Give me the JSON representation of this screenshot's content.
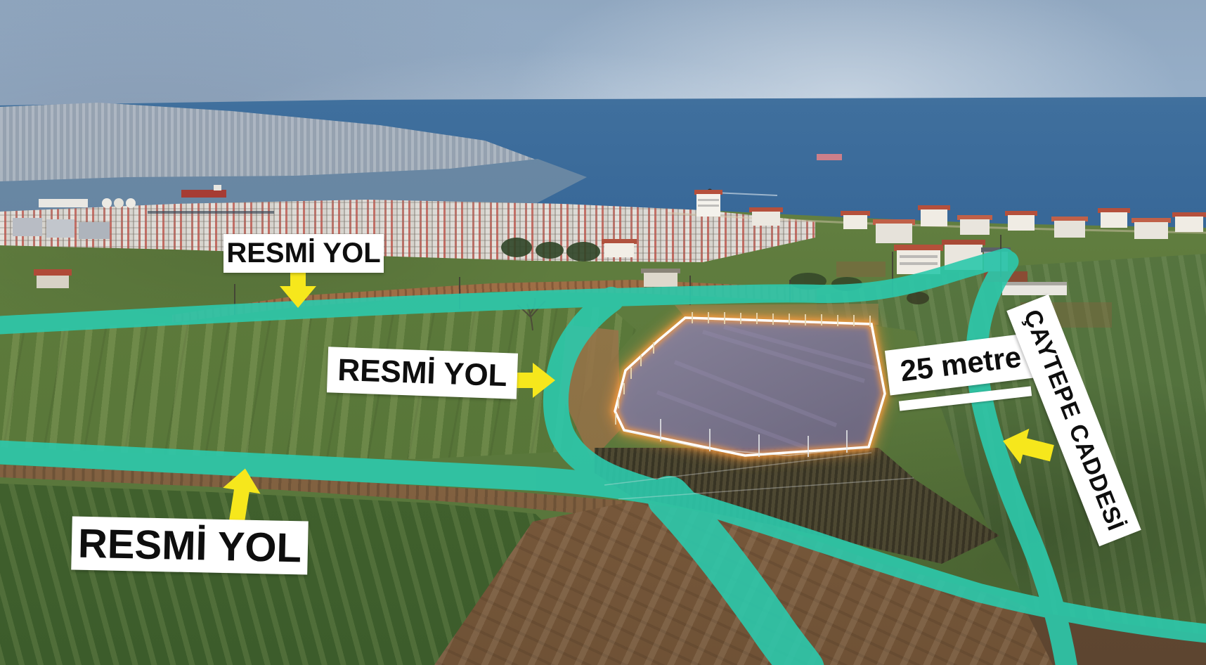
{
  "annotations": {
    "road_label_top": "RESMİ YOL",
    "road_label_middle": "RESMİ YOL",
    "road_label_bottom": "RESMİ YOL",
    "distance_label": "25 metre",
    "street_label": "ÇAYTEPE CADDESİ"
  },
  "colors": {
    "road_highlight": "#2cc9ac",
    "arrow_yellow": "#f6e71c",
    "label_background": "#ffffff",
    "label_text": "#0e0e0e",
    "parcel_border": "#ffffff",
    "parcel_glow": "#ff9d3e",
    "parcel_fill_light": "#8f84aa",
    "parcel_fill_dark": "#6e6389"
  }
}
